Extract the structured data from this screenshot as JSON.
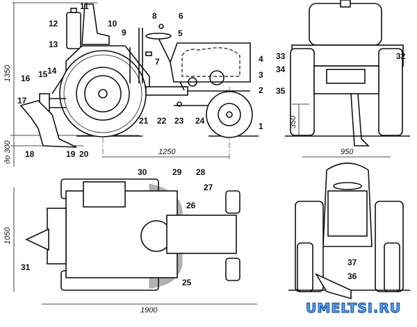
{
  "title": "Mini-tractor general arrangement drawing",
  "labels": {
    "n1": "1",
    "n2": "2",
    "n3": "3",
    "n4": "4",
    "n5": "5",
    "n6": "6",
    "n7": "7",
    "n8": "8",
    "n9": "9",
    "n10": "10",
    "n11": "11",
    "n12": "12",
    "n13": "13",
    "n14": "14",
    "n15": "15",
    "n16": "16",
    "n17": "17",
    "n18": "18",
    "n19": "19",
    "n20": "20",
    "n21": "21",
    "n22": "22",
    "n23": "23",
    "n24": "24",
    "n25": "25",
    "n26": "26",
    "n27": "27",
    "n28": "28",
    "n29": "29",
    "n30": "30",
    "n31": "31",
    "n32": "32",
    "n33": "33",
    "n34": "34",
    "n35": "35",
    "n36": "36",
    "n37": "37"
  },
  "dimensions": {
    "height": "1350",
    "plow_depth": "до 300",
    "wheelbase": "1250",
    "track": "950",
    "clearance": "350",
    "width": "1050",
    "length": "1900"
  },
  "watermark": "UMELTSI.RU",
  "colors": {
    "line": "#111111",
    "watermark_fill": "#5aa8ee",
    "watermark_stroke": "#1e4f9c"
  }
}
